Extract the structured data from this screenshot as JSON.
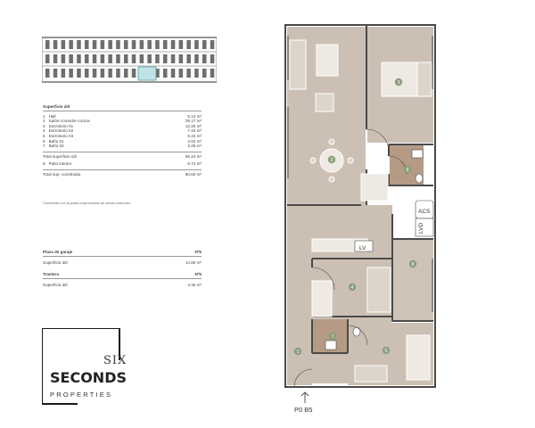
{
  "table": {
    "header": "Superficie útil",
    "rows": [
      {
        "n": "1",
        "label": "Hall",
        "value": "5.14 m²"
      },
      {
        "n": "2",
        "label": "Salón-comedor-cocina",
        "value": "29.17 m²"
      },
      {
        "n": "3",
        "label": "Dormitorio 01",
        "value": "12.20 m²"
      },
      {
        "n": "4",
        "label": "Dormitorio 02",
        "value": "7.16 m²"
      },
      {
        "n": "5",
        "label": "Dormitorio 03",
        "value": "6.22 m²"
      },
      {
        "n": "6",
        "label": "Baño 01",
        "value": "3.82 m²"
      },
      {
        "n": "7",
        "label": "Baño 02",
        "value": "3.26 m²"
      }
    ],
    "total_util_label": "Total superficie útil",
    "total_util_value": "66.24 m²",
    "patio_n": "8",
    "patio_label": "Patio interior",
    "patio_value": "6.74 m²",
    "total_const_label": "Total sup. construida",
    "total_const_value": "80.60 m²",
    "note": "Contenido con la parte proporcional de zonas comunes"
  },
  "garage": {
    "title": "Plaza de garaje",
    "title_value": "Nº5",
    "surface_label": "Superficie útil",
    "surface_value": "14.80 m²"
  },
  "storage": {
    "title": "Trastero",
    "title_value": "Nº5",
    "surface_label": "Superficie útil",
    "surface_value": "4.45 m²"
  },
  "logo": {
    "six": "SIX",
    "seconds": "SECONDS",
    "properties": "PROPERTIES"
  },
  "plan": {
    "unit_label": "P0 B5",
    "acs": "ACS",
    "lvd": "LVD",
    "lv": "LV",
    "room_numbers": [
      "1",
      "2",
      "3",
      "4",
      "5",
      "6",
      "7",
      "8"
    ]
  },
  "colors": {
    "floor": "#ccc0b4",
    "patio": "#cfc3b7",
    "bathroom": "#b59b86",
    "badge": "#8a9e7c",
    "wall": "#4a4a4a"
  }
}
